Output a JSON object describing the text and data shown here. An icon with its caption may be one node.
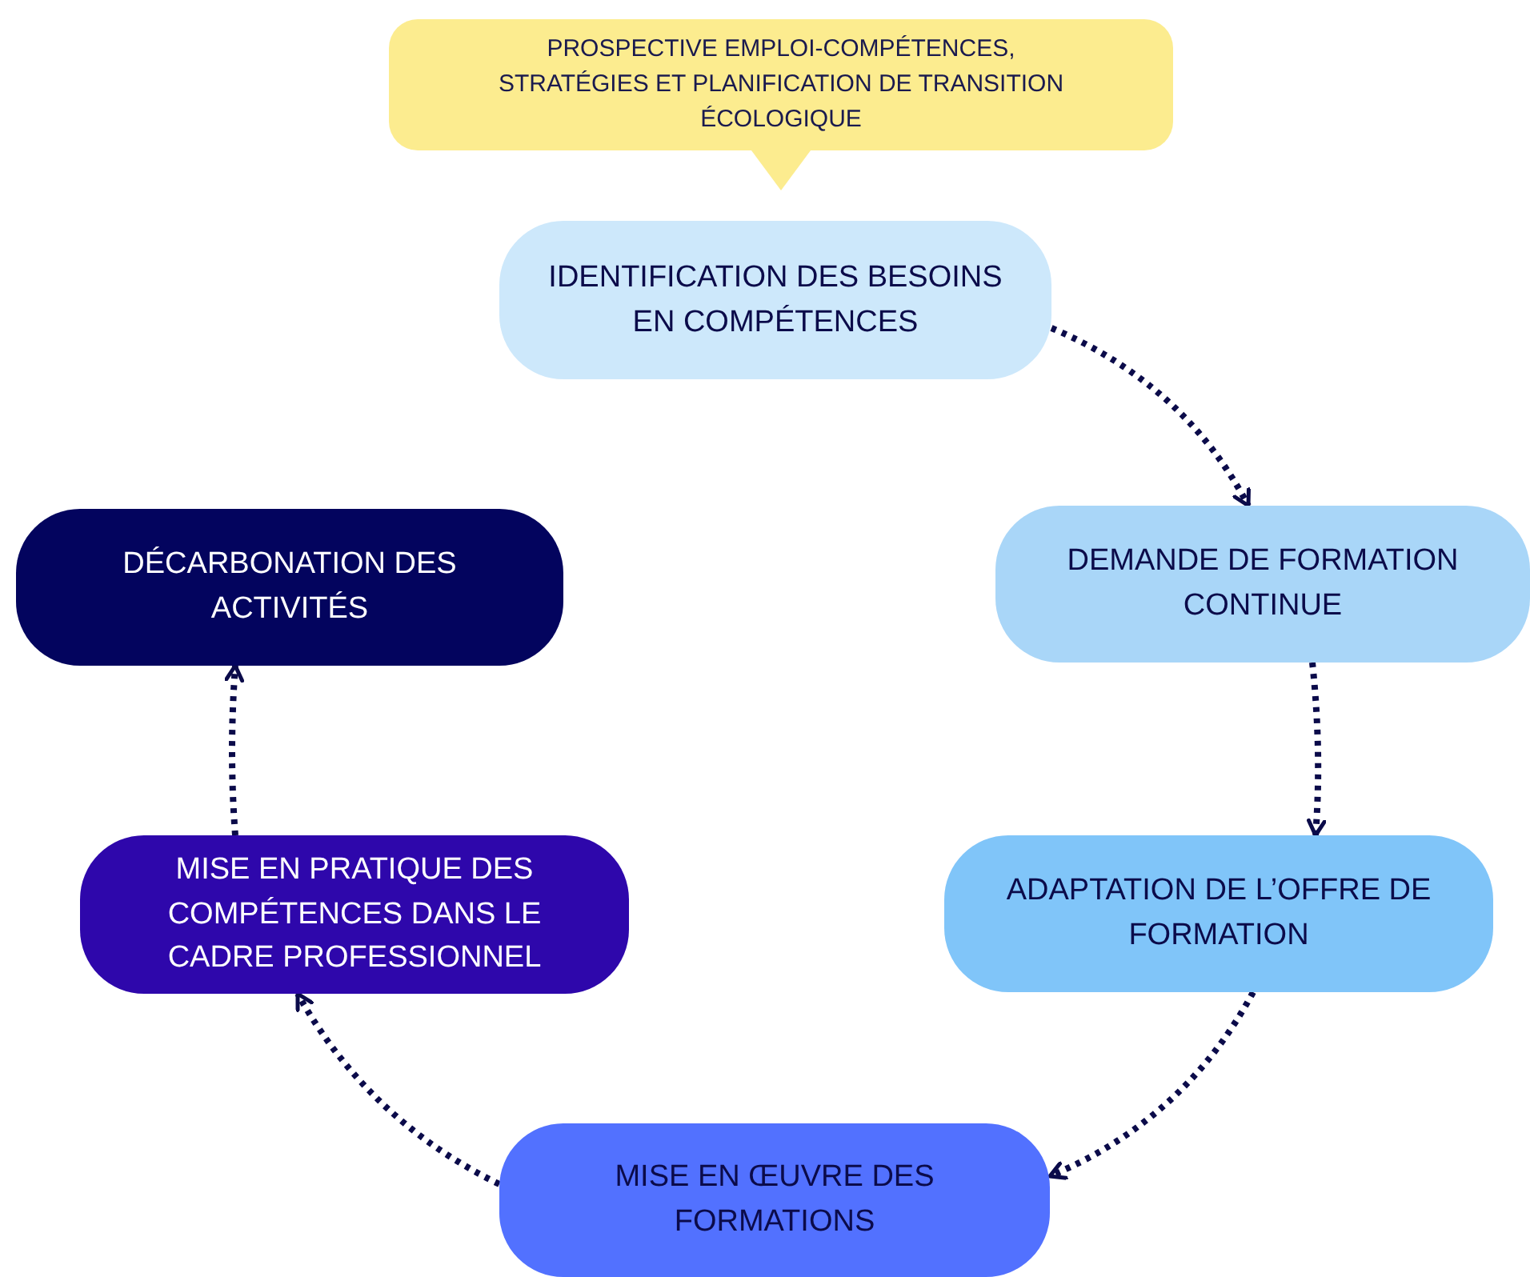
{
  "diagram": {
    "nodes": [
      {
        "text": [
          "PROSPECTIVE EMPLOI-COMPÉTENCES, STRATÉGIES ET PLANIFICATION DE TRANSITION ÉCOLOGIQUE"
        ]
      },
      {
        "text": [
          "IDENTIFICATION DES BESOINS EN COMPÉTENCES"
        ]
      },
      {
        "text": [
          "DEMANDE DE FORMATION CONTINUE"
        ]
      },
      {
        "text": [
          "ADAPTATION DE L’OFFRE DE FORMATION"
        ]
      },
      {
        "text": [
          "MISE EN ŒUVRE DES FORMATIONS"
        ]
      },
      {
        "text": [
          "MISE EN PRATIQUE DES COMPÉTENCES DANS LE CADRE PROFESSIONNEL"
        ]
      },
      {
        "text": [
          "DÉCARBONATION DES ACTIVITÉS"
        ]
      }
    ],
    "edges": [
      {
        "from": 1,
        "to": 2,
        "arrow": "to",
        "style": "dashed"
      },
      {
        "from": 2,
        "to": 3,
        "arrow": "to",
        "style": "dashed"
      },
      {
        "from": 3,
        "to": 4,
        "arrow": "to",
        "style": "dashed"
      },
      {
        "from": 4,
        "to": 5,
        "arrow": "to",
        "style": "dashed"
      },
      {
        "from": 5,
        "to": 6,
        "arrow": "to",
        "style": "dashed"
      }
    ]
  }
}
